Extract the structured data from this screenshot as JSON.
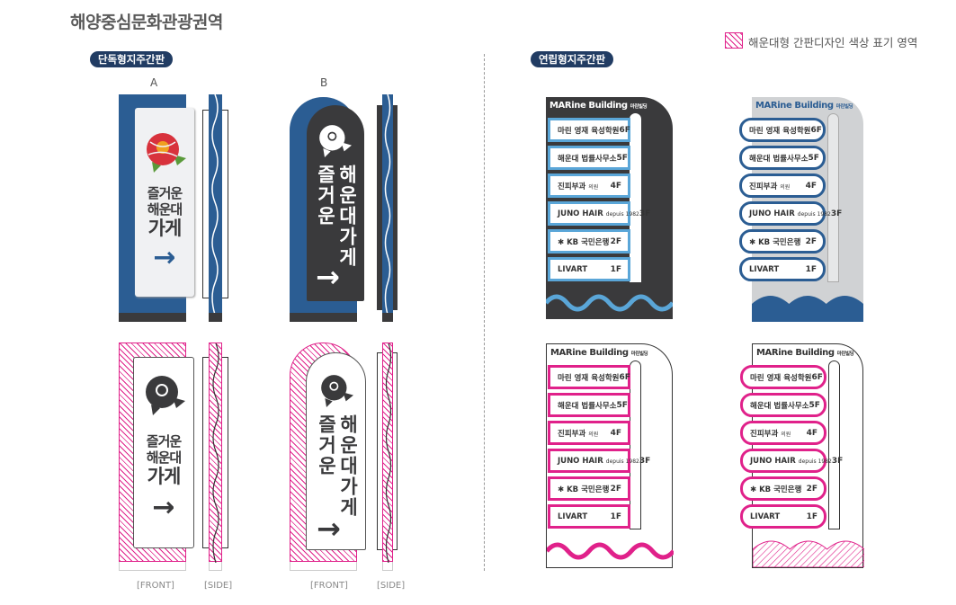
{
  "title": "해양중심문화관광권역",
  "legend": {
    "label": "해운대형 간판디자인 색상 표기 영역",
    "color": "#e0218a"
  },
  "sections": {
    "standalone": "단독형지주간판",
    "combined": "연립형지주간판"
  },
  "types": {
    "a": "A",
    "b": "B"
  },
  "sign_a": {
    "line1": "즐거운",
    "line2": "해운대",
    "line3": "가게",
    "arrow": "→"
  },
  "sign_b": {
    "col_main": "해운대가게",
    "col_sub": "즐거운",
    "arrow": "→"
  },
  "view_labels": {
    "front": "[FRONT]",
    "side": "[SIDE]"
  },
  "colors": {
    "navy": "#2b5d93",
    "dark": "#3a3a3c",
    "light_blue": "#5aa6d8",
    "magenta": "#e0218a",
    "gray": "#d0d2d4"
  },
  "building": {
    "name": "MARine Building",
    "name_ko": "마린빌딩",
    "floors": [
      {
        "name": "마린 영재 육성학원",
        "sub": "",
        "floor": "6F"
      },
      {
        "name": "해운대 법률사무소",
        "sub": "",
        "floor": "5F"
      },
      {
        "name": "진피부과",
        "sub": "의원",
        "floor": "4F"
      },
      {
        "name": "JUNO HAIR",
        "sub": "depuis 1982",
        "floor": "3F"
      },
      {
        "name": "✱ KB 국민은행",
        "sub": "",
        "floor": "2F"
      },
      {
        "name": "LIVART",
        "sub": "",
        "floor": "1F"
      }
    ]
  }
}
